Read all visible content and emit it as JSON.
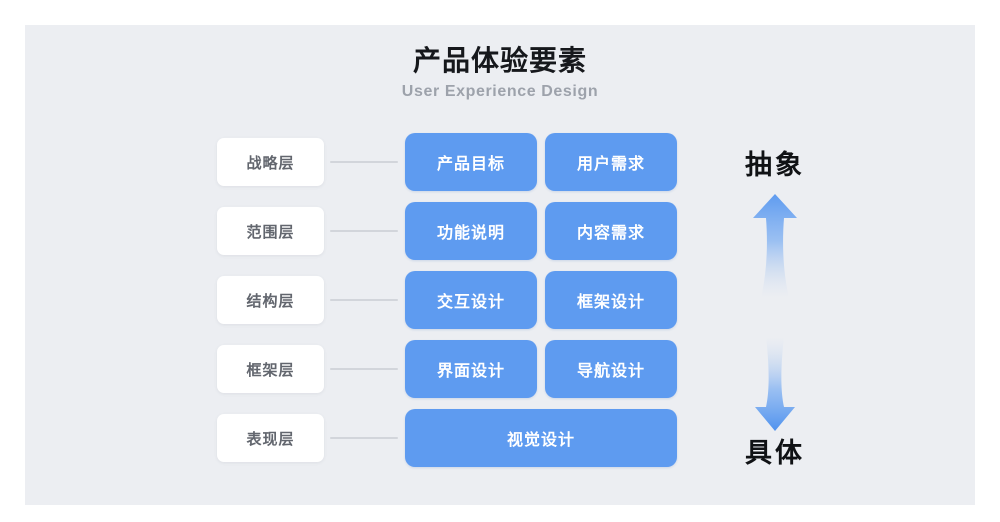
{
  "header": {
    "title": "产品体验要素",
    "subtitle": "User Experience Design"
  },
  "colors": {
    "canvas_bg": "#eceef2",
    "card_blue": "#5e9bf0",
    "label_card_bg": "#ffffff",
    "label_text": "#62666e",
    "connector": "#d2d5db",
    "title_text": "#16181c",
    "subtitle_text": "#9da2ab"
  },
  "axis": {
    "top_label": "抽象",
    "bottom_label": "具体",
    "up_arrow_icon": "arrow-up-gradient-icon",
    "down_arrow_icon": "arrow-down-gradient-icon"
  },
  "layers": [
    {
      "label": "战略层",
      "elements": [
        "产品目标",
        "用户需求"
      ]
    },
    {
      "label": "范围层",
      "elements": [
        "功能说明",
        "内容需求"
      ]
    },
    {
      "label": "结构层",
      "elements": [
        "交互设计",
        "框架设计"
      ]
    },
    {
      "label": "框架层",
      "elements": [
        "界面设计",
        "导航设计"
      ]
    },
    {
      "label": "表现层",
      "elements": [
        "视觉设计"
      ]
    }
  ]
}
